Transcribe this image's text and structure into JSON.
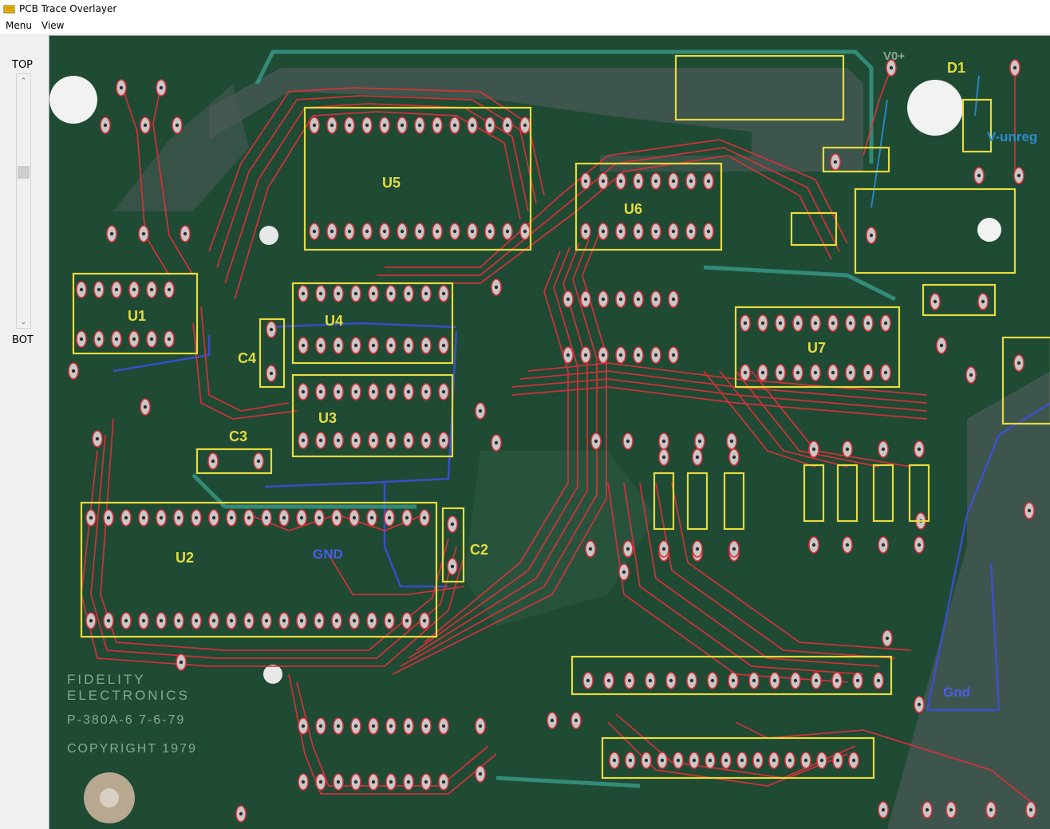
{
  "window": {
    "title": "PCB Trace Overlayer"
  },
  "menu": {
    "items": [
      "Menu",
      "View"
    ]
  },
  "layer_slider": {
    "top_label": "TOP",
    "bottom_label": "BOT"
  },
  "board": {
    "silkscreen": [
      "FIDELITY",
      "ELECTRONICS",
      "P-380A-6  7-6-79",
      "COPYRIGHT 1979"
    ],
    "components": {
      "u1": "U1",
      "u2": "U2",
      "u3": "U3",
      "u4": "U4",
      "u5": "U5",
      "u6": "U6",
      "u7": "U7",
      "c2": "C2",
      "c3": "C3",
      "c4": "C4",
      "d1": "D1"
    },
    "net_labels": {
      "gnd_left": "GND",
      "gnd_right": "Gnd",
      "vunreg": "V-unreg",
      "vplus": "V0+"
    }
  },
  "colors": {
    "board": "#1f4a34",
    "top_trace": "#e0303a",
    "bottom_trace": "#3c50d8",
    "component_outline": "#e6dc3c",
    "ground_plane": "#4a5a55"
  }
}
